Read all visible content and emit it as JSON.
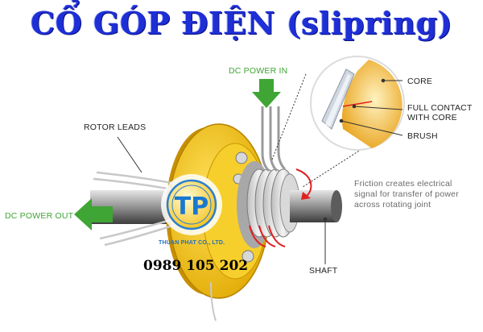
{
  "title": "CỔ GÓP ĐIỆN (slipring)",
  "labels": {
    "dc_power_in": "DC POWER IN",
    "dc_power_out": "DC POWER OUT",
    "rotor_leads": "ROTOR LEADS",
    "shaft": "SHAFT",
    "core": "CORE",
    "full_contact_line1": "FULL CONTACT",
    "full_contact_line2": "WITH CORE",
    "brush": "BRUSH",
    "friction_line1": "Friction creates electrical",
    "friction_line2": "signal for transfer of power",
    "friction_line3": "across rotating joint"
  },
  "logo": {
    "letters": "TP",
    "company": "THUAN PHAT CO., LTD."
  },
  "phone": "0989 105 202",
  "colors": {
    "title": "#1f2fd6",
    "arrow_green": "#3fa535",
    "body_yellow": "#f2c21b",
    "rotation_red": "#e02020",
    "shaft_grey": "#8d8d8d"
  }
}
